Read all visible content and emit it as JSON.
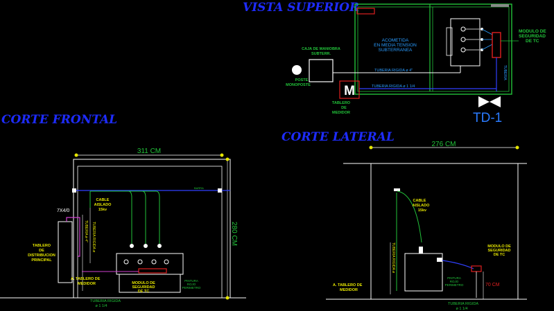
{
  "titles": {
    "top": "VISTA SUPERIOR",
    "front": "CORTE FRONTAL",
    "side": "CORTE LATERAL"
  },
  "top_view": {
    "acometida": [
      "ACOMETIDA",
      "EN MEDIA TENSION",
      "SUBTERRANEA"
    ],
    "caja_label": [
      "CAJA DE MANIOBRA",
      "SUBTERR."
    ],
    "poste_label": [
      "POSTE",
      "MONOPOSTE"
    ],
    "medidor_symbol": "M",
    "medidor_label": [
      "TABLERO",
      "DE",
      "MEDIDOR"
    ],
    "tuberia_1": "TUBERIA RIGIDA ø 4\"",
    "tuberia_2": "TUBERIA RIGIDA ø 1 1/4",
    "modulo_label": [
      "MODULO DE",
      "SEGURIDAD",
      "DE TC"
    ],
    "td_label": "TD-1"
  },
  "front_view": {
    "dim_width": "311 CM",
    "dim_height": "280 CM",
    "tag": "7X4/0",
    "cable_label": [
      "CABLE",
      "AISLADO",
      "15kv"
    ],
    "tablero_label": [
      "TABLERO",
      "DE",
      "DISTRIBUCION",
      "PRINCIPAL"
    ],
    "tablero_medidor": [
      "A. TABLERO DE",
      "MEDIDOR"
    ],
    "modulo_label": [
      "MODULO DE",
      "SEGURIDAD",
      "DE TC"
    ],
    "tuberia_label": [
      "TUBERIA RIGIDA",
      "ø 1 1/4"
    ],
    "vertical_1": "TUBERIA ø 4\"",
    "vertical_2": "TUBERIA RIGIDA ø",
    "pintura": [
      "PINTURA",
      "ROJO",
      "PERIMETRO"
    ],
    "barra_label": "BARRA"
  },
  "side_view": {
    "dim_width": "276 CM",
    "dim_height": "70 CM",
    "cable_label": [
      "CABLE",
      "AISLADO",
      "15kv"
    ],
    "tablero_medidor": [
      "A. TABLERO DE",
      "MEDIDOR"
    ],
    "modulo_label": [
      "MODULO DE",
      "SEGURIDAD",
      "DE TC"
    ],
    "tuberia_label": [
      "TUBERIA RIGIDA",
      "ø 1 1/4"
    ],
    "vertical_1": "TUBERIA RIGIDA ø",
    "pintura": [
      "PINTURA",
      "ROJO",
      "PERIMETRO"
    ]
  },
  "colors": {
    "background": "#000000",
    "title_blue": "#1e2cff",
    "wall_green": "#22c33a",
    "label_yellow": "#e6e600",
    "white_line": "#ffffff",
    "red": "#e02020",
    "cyan": "#00c8c8",
    "blue_line": "#3040ff",
    "magenta": "#d040d0",
    "td_blue": "#2a7bff"
  }
}
